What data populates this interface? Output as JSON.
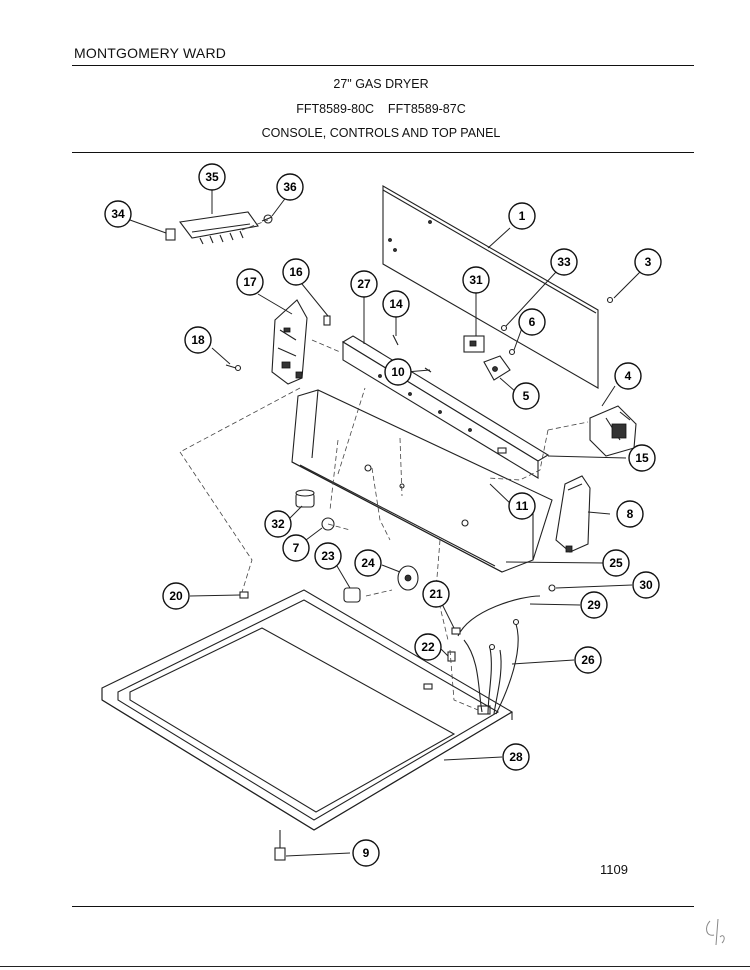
{
  "header": {
    "brand": "MONTGOMERY WARD",
    "title": "27\" GAS DRYER",
    "models": "FFT8589-80C    FFT8589-87C",
    "section": "CONSOLE, CONTROLS AND TOP PANEL"
  },
  "page_number": "1109",
  "callouts": {
    "c1": "1",
    "c3": "3",
    "c4": "4",
    "c5": "5",
    "c6": "6",
    "c7": "7",
    "c8": "8",
    "c9": "9",
    "c10": "10",
    "c11": "11",
    "c14": "14",
    "c15": "15",
    "c16": "16",
    "c17": "17",
    "c18": "18",
    "c20": "20",
    "c21": "21",
    "c22": "22",
    "c23": "23",
    "c24": "24",
    "c25": "25",
    "c26": "26",
    "c27": "27",
    "c28": "28",
    "c29": "29",
    "c30": "30",
    "c31": "31",
    "c32": "32",
    "c33": "33",
    "c34": "34",
    "c35": "35",
    "c36": "36"
  }
}
